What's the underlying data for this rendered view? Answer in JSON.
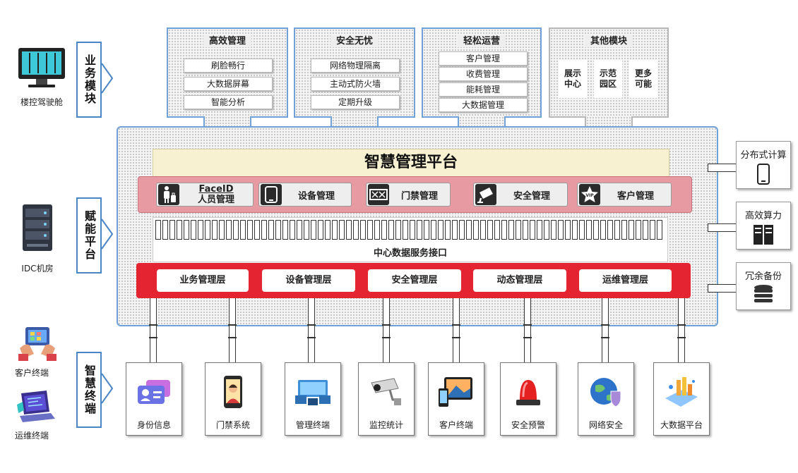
{
  "left": {
    "building_cockpit": "楼控驾驶舱",
    "idc_room": "IDC机房",
    "customer_terminal": "客户终端",
    "ops_terminal": "运维终端",
    "business_module_label": "业务模块",
    "enablement_platform_label": "赋能平台",
    "smart_terminal_label": "智慧终端"
  },
  "modules": [
    {
      "title": "高效管理",
      "items": [
        "刷脸畅行",
        "大数据屏幕",
        "智能分析"
      ]
    },
    {
      "title": "安全无忧",
      "items": [
        "网络物理隔离",
        "主动式防火墙",
        "定期升级"
      ]
    },
    {
      "title": "轻松运营",
      "items": [
        "客户管理",
        "收费管理",
        "能耗管理",
        "大数据管理"
      ]
    },
    {
      "title": "其他模块",
      "items": [
        "展示\n中心",
        "示范\n园区",
        "更多\n可能"
      ]
    }
  ],
  "platform": {
    "title": "智慧管理平台",
    "features": [
      {
        "icon": "person-luggage-icon",
        "label_line1": "FaceID",
        "label_line2": "人员管理"
      },
      {
        "icon": "tablet-icon",
        "label_line1": "设备管理",
        "label_line2": ""
      },
      {
        "icon": "gate-icon",
        "label_line1": "门禁管理",
        "label_line2": ""
      },
      {
        "icon": "camera-icon",
        "label_line1": "安全管理",
        "label_line2": ""
      },
      {
        "icon": "vip-star-icon",
        "label_line1": "客户管理",
        "label_line2": ""
      }
    ],
    "interface_label": "中心数据服务接口",
    "layers": [
      "业务管理层",
      "设备管理层",
      "安全管理层",
      "动态管理层",
      "运维管理层"
    ]
  },
  "right": [
    {
      "label": "分布式计算",
      "icon": "phone-icon"
    },
    {
      "label": "高效算力",
      "icon": "server-rack-icon"
    },
    {
      "label": "冗余备份",
      "icon": "database-icon"
    }
  ],
  "terminals": [
    {
      "label": "身份信息",
      "icon": "id-card-icon"
    },
    {
      "label": "门禁系统",
      "icon": "face-tablet-icon"
    },
    {
      "label": "管理终端",
      "icon": "monitors-icon"
    },
    {
      "label": "监控统计",
      "icon": "cctv-icon"
    },
    {
      "label": "客户终端",
      "icon": "tablet-phone-icon"
    },
    {
      "label": "安全预警",
      "icon": "alarm-light-icon"
    },
    {
      "label": "网络安全",
      "icon": "globe-shield-icon"
    },
    {
      "label": "大数据平台",
      "icon": "data-platform-icon"
    }
  ]
}
